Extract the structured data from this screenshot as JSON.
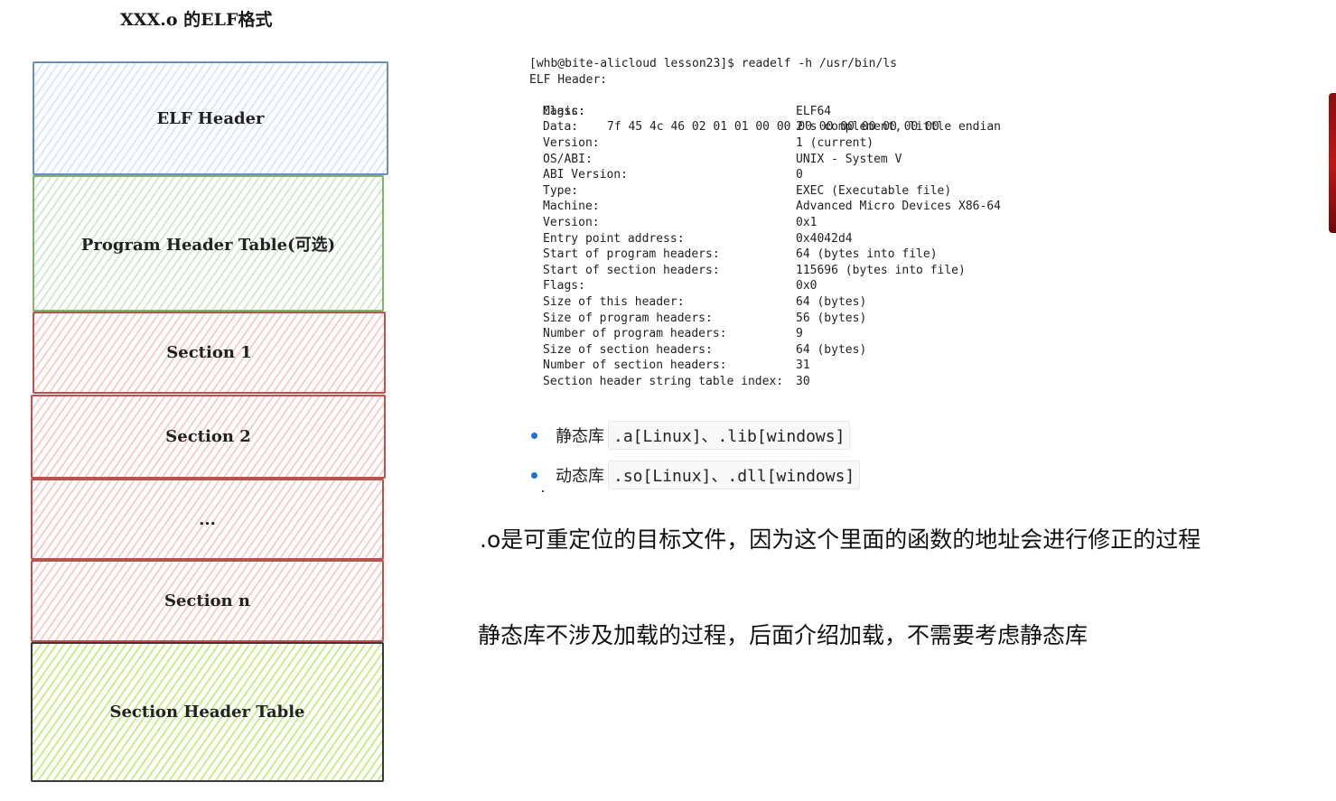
{
  "diagram": {
    "title": "XXX.o 的ELF格式",
    "blocks": [
      {
        "label": "ELF Header"
      },
      {
        "label": "Program Header Table(可选)"
      },
      {
        "label": "Section 1"
      },
      {
        "label": "Section 2"
      },
      {
        "label": "..."
      },
      {
        "label": "Section n"
      },
      {
        "label": "Section Header Table"
      }
    ],
    "colors": {
      "header": "#6c8ebf",
      "program_header": "#82b366",
      "sections": "#b85450",
      "section_header": "#36393d"
    }
  },
  "terminal": {
    "prompt": "[whb@bite-alicloud lesson23]$ readelf -h /usr/bin/ls",
    "heading": "ELF Header:",
    "magic_label": "Magic:",
    "magic_value": "7f 45 4c 46 02 01 01 00 00 00 00 00 00 00 00 00",
    "fields": [
      {
        "label": "Class:",
        "value": "ELF64"
      },
      {
        "label": "Data:",
        "value": "2's complement, little endian"
      },
      {
        "label": "Version:",
        "value": "1 (current)"
      },
      {
        "label": "OS/ABI:",
        "value": "UNIX - System V"
      },
      {
        "label": "ABI Version:",
        "value": "0"
      },
      {
        "label": "Type:",
        "value": "EXEC (Executable file)"
      },
      {
        "label": "Machine:",
        "value": "Advanced Micro Devices X86-64"
      },
      {
        "label": "Version:",
        "value": "0x1"
      },
      {
        "label": "Entry point address:",
        "value": "0x4042d4"
      },
      {
        "label": "Start of program headers:",
        "value": "64 (bytes into file)"
      },
      {
        "label": "Start of section headers:",
        "value": "115696 (bytes into file)"
      },
      {
        "label": "Flags:",
        "value": "0x0"
      },
      {
        "label": "Size of this header:",
        "value": "64 (bytes)"
      },
      {
        "label": "Size of program headers:",
        "value": "56 (bytes)"
      },
      {
        "label": "Number of program headers:",
        "value": "9"
      },
      {
        "label": "Size of section headers:",
        "value": "64 (bytes)"
      },
      {
        "label": "Number of section headers:",
        "value": "31"
      },
      {
        "label": "Section header string table index:",
        "value": "30"
      }
    ]
  },
  "libraries": [
    {
      "label": "静态库",
      "code": ".a[Linux]、.lib[windows]"
    },
    {
      "label": "动态库",
      "code": ".so[Linux]、.dll[windows]"
    }
  ],
  "notes": {
    "relocatable": ".o是可重定位的目标文件，因为这个里面的函数的地址会进行修正的过程",
    "static_lib": "静态库不涉及加载的过程，后面介绍加载，不需要考虑静态库"
  }
}
